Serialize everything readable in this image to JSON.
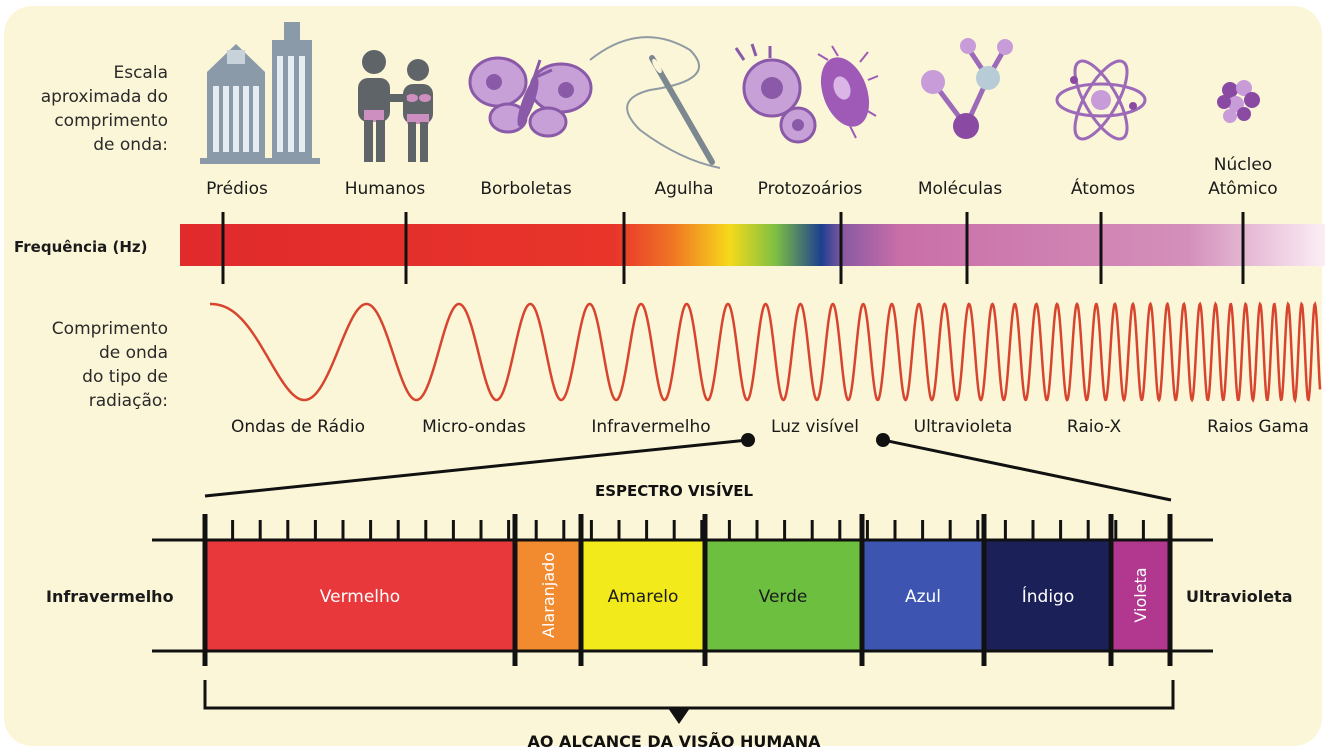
{
  "scale_label": [
    "Escala",
    "aproximada do",
    "comprimento",
    "de onda:"
  ],
  "frequency_label": "Frequência (Hz)",
  "wavelength_label": [
    "Comprimento",
    "de onda",
    "do tipo de",
    "radiação:"
  ],
  "scale_objects": [
    {
      "label": "Prédios",
      "icon": "buildings-icon"
    },
    {
      "label": "Humanos",
      "icon": "humans-icon"
    },
    {
      "label": "Borboletas",
      "icon": "butterfly-icon"
    },
    {
      "label": "Agulha",
      "icon": "needle-icon"
    },
    {
      "label": "Protozoários",
      "icon": "protozoa-icon"
    },
    {
      "label": "Moléculas",
      "icon": "molecule-icon"
    },
    {
      "label": "Átomos",
      "icon": "atom-icon"
    },
    {
      "label": [
        "Núcleo",
        "Atômico"
      ],
      "icon": "nucleus-icon"
    }
  ],
  "radiation_types": [
    "Ondas de Rádio",
    "Micro-ondas",
    "Infravermelho",
    "Luz visível",
    "Ultravioleta",
    "Raio-X",
    "Raios Gama"
  ],
  "visible_spectrum": {
    "title": "ESPECTRO VISÍVEL",
    "left_label": "Infravermelho",
    "right_label": "Ultravioleta",
    "bands": [
      {
        "label": "Vermelho",
        "color": "#e8383b"
      },
      {
        "label": "Alaranjado",
        "color": "#f28a30"
      },
      {
        "label": "Amarelo",
        "color": "#f2ea1a"
      },
      {
        "label": "Verde",
        "color": "#6dc03f"
      },
      {
        "label": "Azul",
        "color": "#3d55b0"
      },
      {
        "label": "Índigo",
        "color": "#1c2058"
      },
      {
        "label": "Violeta",
        "color": "#b1378f"
      }
    ],
    "bottom_caption": "AO ALCANCE DA VISÃO HUMANA"
  },
  "colors": {
    "background": "#fbf6d8",
    "wave": "#d8452f",
    "icon_purple": "#9c6ab8",
    "icon_gray": "#8a9aa8"
  }
}
